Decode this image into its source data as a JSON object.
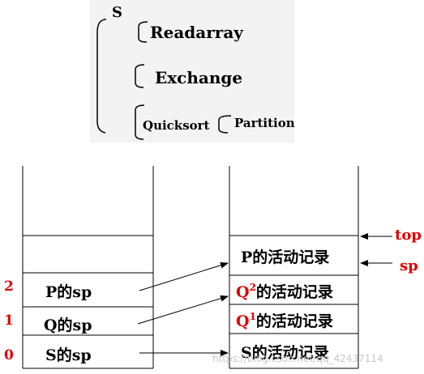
{
  "tree": {
    "root": "S",
    "children": [
      "Readarray",
      "Exchange",
      "Quicksort"
    ],
    "grandchild": "Partition"
  },
  "left_stack": {
    "cells": [
      "P的sp",
      "Q的sp",
      "S的sp"
    ],
    "indices": [
      "2",
      "1",
      "0"
    ]
  },
  "right_stack": {
    "records": [
      {
        "prefix": "P",
        "sup": "",
        "text": "的活动记录",
        "prefix_red": false
      },
      {
        "prefix": "Q",
        "sup": "2",
        "text": "的活动记录",
        "prefix_red": true
      },
      {
        "prefix": "Q",
        "sup": "1",
        "text": "的活动记录",
        "prefix_red": true
      },
      {
        "prefix": "S",
        "sup": "",
        "text": "的活动记录",
        "prefix_red": false
      }
    ]
  },
  "pointers": {
    "top": "top",
    "sp": "sp"
  },
  "watermark": "https://blog.csdn.net/qq_42437114",
  "colors": {
    "accent": "#e00000",
    "line": "#000000",
    "tree_bg": "#f3f3f3"
  }
}
